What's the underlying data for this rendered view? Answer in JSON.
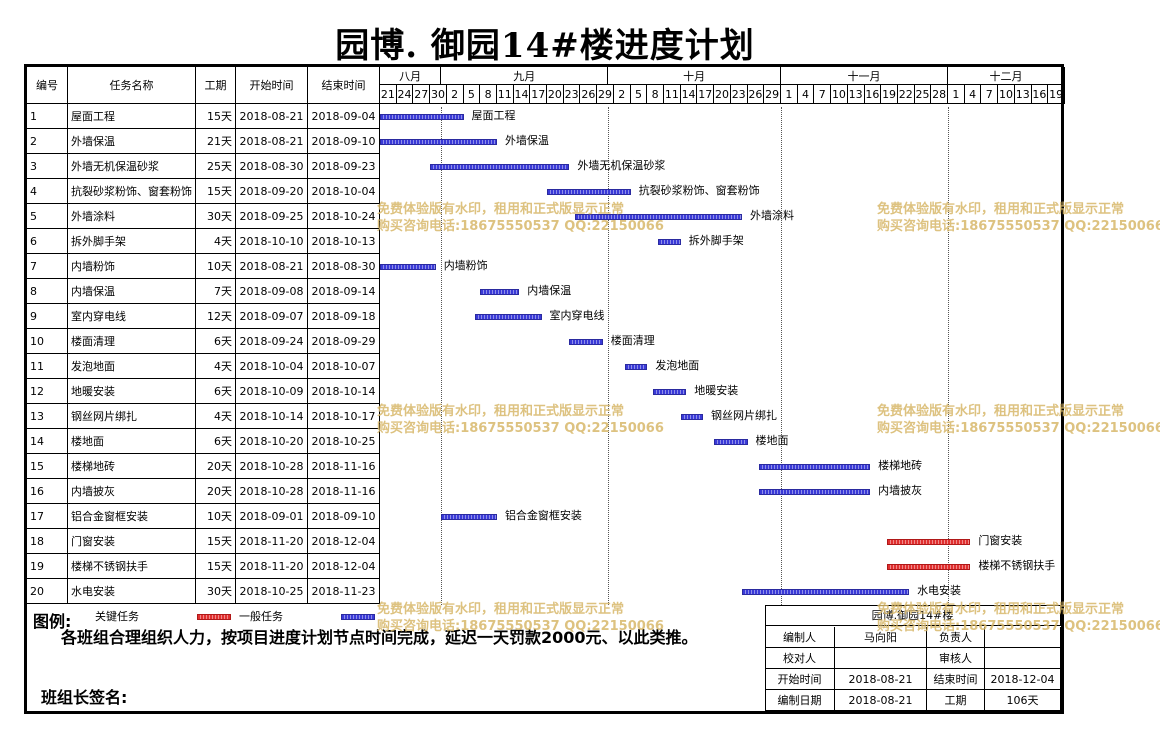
{
  "title": "园博. 御园14#楼进度计划",
  "header": {
    "col_id": "编号",
    "col_name": "任务名称",
    "col_duration": "工期",
    "col_start": "开始时间",
    "col_end": "结束时间",
    "months": [
      {
        "label": "八月",
        "start": "2018-08-21",
        "end": "2018-09-01"
      },
      {
        "label": "九月",
        "start": "2018-09-01",
        "end": "2018-10-01"
      },
      {
        "label": "十月",
        "start": "2018-10-01",
        "end": "2018-11-01"
      },
      {
        "label": "十一月",
        "start": "2018-11-01",
        "end": "2018-12-01"
      },
      {
        "label": "十二月",
        "start": "2018-12-01",
        "end": "2018-12-22"
      }
    ],
    "days": [
      "21",
      "24",
      "27",
      "30",
      "2",
      "5",
      "8",
      "11",
      "14",
      "17",
      "20",
      "23",
      "26",
      "29",
      "2",
      "5",
      "8",
      "11",
      "14",
      "17",
      "20",
      "23",
      "26",
      "29",
      "1",
      "4",
      "7",
      "10",
      "13",
      "16",
      "19",
      "22",
      "25",
      "28",
      "1",
      "4",
      "7",
      "10",
      "13",
      "16",
      "19"
    ]
  },
  "axis": {
    "start": "2018-08-21",
    "end": "2018-12-22"
  },
  "tasks": [
    {
      "id": "1",
      "name": "屋面工程",
      "duration": "15天",
      "start": "2018-08-21",
      "end": "2018-09-04",
      "critical": false
    },
    {
      "id": "2",
      "name": "外墙保温",
      "duration": "21天",
      "start": "2018-08-21",
      "end": "2018-09-10",
      "critical": false
    },
    {
      "id": "3",
      "name": "外墙无机保温砂浆",
      "duration": "25天",
      "start": "2018-08-30",
      "end": "2018-09-23",
      "critical": false
    },
    {
      "id": "4",
      "name": "抗裂砂浆粉饰、窗套粉饰",
      "duration": "15天",
      "start": "2018-09-20",
      "end": "2018-10-04",
      "critical": false
    },
    {
      "id": "5",
      "name": "外墙涂料",
      "duration": "30天",
      "start": "2018-09-25",
      "end": "2018-10-24",
      "critical": false
    },
    {
      "id": "6",
      "name": "拆外脚手架",
      "duration": "4天",
      "start": "2018-10-10",
      "end": "2018-10-13",
      "critical": false
    },
    {
      "id": "7",
      "name": "内墙粉饰",
      "duration": "10天",
      "start": "2018-08-21",
      "end": "2018-08-30",
      "critical": false
    },
    {
      "id": "8",
      "name": "内墙保温",
      "duration": "7天",
      "start": "2018-09-08",
      "end": "2018-09-14",
      "critical": false
    },
    {
      "id": "9",
      "name": "室内穿电线",
      "duration": "12天",
      "start": "2018-09-07",
      "end": "2018-09-18",
      "critical": false
    },
    {
      "id": "10",
      "name": "楼面清理",
      "duration": "6天",
      "start": "2018-09-24",
      "end": "2018-09-29",
      "critical": false
    },
    {
      "id": "11",
      "name": "发泡地面",
      "duration": "4天",
      "start": "2018-10-04",
      "end": "2018-10-07",
      "critical": false
    },
    {
      "id": "12",
      "name": "地暖安装",
      "duration": "6天",
      "start": "2018-10-09",
      "end": "2018-10-14",
      "critical": false
    },
    {
      "id": "13",
      "name": "钢丝网片绑扎",
      "duration": "4天",
      "start": "2018-10-14",
      "end": "2018-10-17",
      "critical": false
    },
    {
      "id": "14",
      "name": "楼地面",
      "duration": "6天",
      "start": "2018-10-20",
      "end": "2018-10-25",
      "critical": false
    },
    {
      "id": "15",
      "name": "楼梯地砖",
      "duration": "20天",
      "start": "2018-10-28",
      "end": "2018-11-16",
      "critical": false
    },
    {
      "id": "16",
      "name": "内墙披灰",
      "duration": "20天",
      "start": "2018-10-28",
      "end": "2018-11-16",
      "critical": false
    },
    {
      "id": "17",
      "name": "铝合金窗框安装",
      "duration": "10天",
      "start": "2018-09-01",
      "end": "2018-09-10",
      "critical": false
    },
    {
      "id": "18",
      "name": "门窗安装",
      "duration": "15天",
      "start": "2018-11-20",
      "end": "2018-12-04",
      "critical": true
    },
    {
      "id": "19",
      "name": "楼梯不锈钢扶手",
      "duration": "15天",
      "start": "2018-11-20",
      "end": "2018-12-04",
      "critical": true
    },
    {
      "id": "20",
      "name": "水电安装",
      "duration": "30天",
      "start": "2018-10-25",
      "end": "2018-11-23",
      "critical": false
    }
  ],
  "legend": {
    "label": "图例:",
    "critical": "关键任务",
    "normal": "一般任务",
    "note": "各班组合理组织人力，按项目进度计划节点时间完成，延迟一天罚款2000元、以此类推。",
    "sign": "班组长签名:"
  },
  "info": {
    "project": "园博.御园14#楼",
    "compiler_label": "编制人",
    "compiler": "马向阳",
    "owner_label": "负责人",
    "owner": "",
    "checker_label": "校对人",
    "checker": "",
    "reviewer_label": "审核人",
    "reviewer": "",
    "start_label": "开始时间",
    "start": "2018-08-21",
    "end_label": "结束时间",
    "end": "2018-12-04",
    "date_label": "编制日期",
    "date": "2018-08-21",
    "duration_label": "工期",
    "duration": "106天"
  },
  "watermark": {
    "line1": "免费体验版有水印，租用和正式版显示正常",
    "line2": "购买咨询电话:18675550537 QQ:22150066"
  },
  "colors": {
    "normal_bar": "#3a3ad8",
    "critical_bar": "#e03030",
    "watermark": "#d8b86a"
  }
}
